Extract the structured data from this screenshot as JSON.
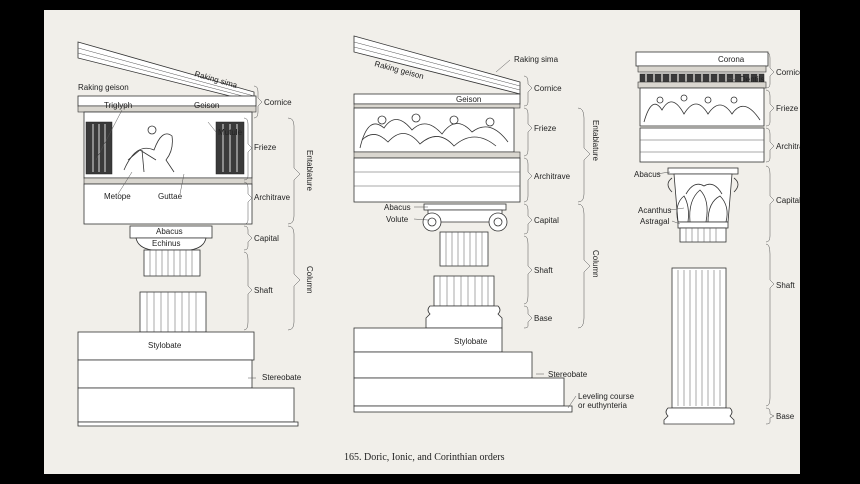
{
  "caption": "165. Doric, Ionic, and Corinthian orders",
  "doric": {
    "labels": {
      "raking_geison": "Raking geison",
      "raking_sima": "Raking sima",
      "triglyph": "Triglyph",
      "geison": "Geison",
      "mutule": "Mutule",
      "metope": "Metope",
      "guttae": "Guttae",
      "abacus": "Abacus",
      "echinus": "Echinus",
      "stylobate": "Stylobate",
      "stereobate": "Stereobate"
    },
    "brackets": {
      "cornice": "Cornice",
      "frieze": "Frieze",
      "architrave": "Architrave",
      "capital": "Capital",
      "shaft": "Shaft",
      "entablature": "Entablature",
      "column": "Column"
    }
  },
  "ionic": {
    "labels": {
      "raking_sima": "Raking sima",
      "raking_geison": "Raking geison",
      "geison": "Geison",
      "abacus": "Abacus",
      "volute": "Volute",
      "stylobate": "Stylobate",
      "stereobate": "Stereobate",
      "leveling_course_1": "Leveling course",
      "leveling_course_2": "or euthynteria"
    },
    "brackets": {
      "cornice": "Cornice",
      "frieze": "Frieze",
      "architrave": "Architrave",
      "capital": "Capital",
      "shaft": "Shaft",
      "base": "Base",
      "entablature": "Entablature",
      "column": "Column"
    }
  },
  "corinthian": {
    "labels": {
      "corona": "Corona",
      "dentils": "Dentils",
      "abacus": "Abacus",
      "acanthus": "Acanthus",
      "astragal": "Astragal"
    },
    "brackets": {
      "cornice": "Cornice",
      "frieze": "Frieze",
      "architrave": "Architrave",
      "capital": "Capital",
      "shaft": "Shaft",
      "base": "Base"
    }
  }
}
